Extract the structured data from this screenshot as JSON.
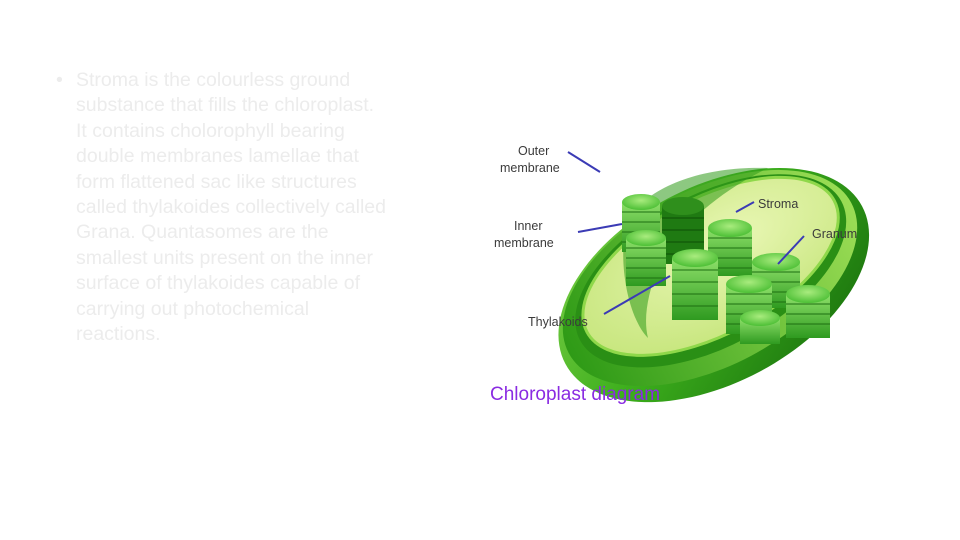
{
  "slide": {
    "bullet_char": "•",
    "bullet_text": "Stroma is the colourless ground substance that fills the chloroplast. It contains cholorophyll bearing double membranes lamellae that form flattened sac like structures called thylakoides collectively called Grana. Quantasomes are the smallest units present on the inner surface of thylakoides capable of carrying out photochemical reactions."
  },
  "diagram": {
    "labels": {
      "outer_membrane_1": "Outer",
      "outer_membrane_2": "membrane",
      "inner_membrane_1": "Inner",
      "inner_membrane_2": "membrane",
      "stroma": "Stroma",
      "granum": "Granum",
      "thylakoids": "Thylakoids"
    },
    "caption": "Chloroplast diagram",
    "colors": {
      "leader_line": "#3b3bb5",
      "caption": "#8a2be2",
      "body_green": "#3cae1c",
      "stroma_fill": "#dff0a6"
    }
  }
}
